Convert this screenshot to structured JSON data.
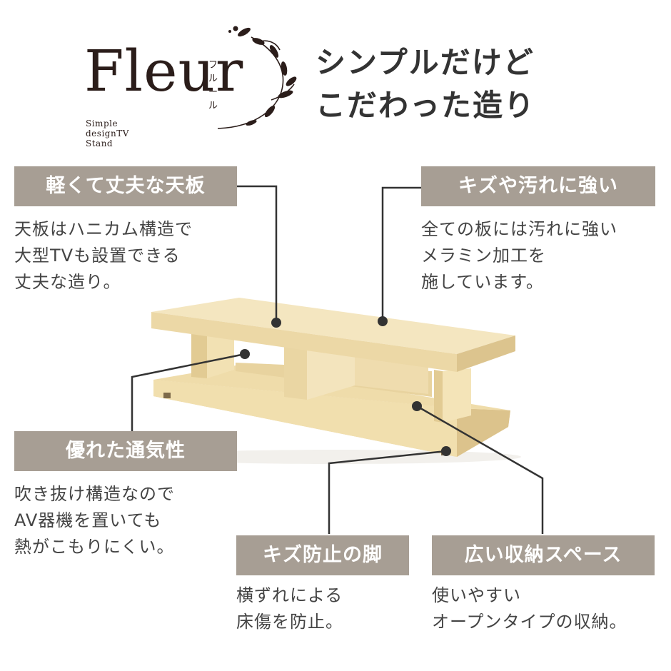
{
  "logo": {
    "wordmark": "Fleur",
    "kana": "フルール",
    "tagline": "Simple designTV Stand"
  },
  "headline": {
    "line1": "シンプルだけど",
    "line2": "こだわった造り"
  },
  "features": [
    {
      "title": "軽くて丈夫な天板",
      "desc": [
        "天板はハニカム構造で",
        "大型TVも設置できる",
        "丈夫な造り。"
      ]
    },
    {
      "title": "キズや汚れに強い",
      "desc": [
        "全ての板には汚れに強い",
        "メラミン加工を",
        "施しています。"
      ]
    },
    {
      "title": "優れた通気性",
      "desc": [
        "吹き抜け構造なので",
        "AV器機を置いても",
        "熱がこもりにくい。"
      ]
    },
    {
      "title": "キズ防止の脚",
      "desc": [
        "横ずれによる",
        "床傷を防止。"
      ]
    },
    {
      "title": "広い収納スペース",
      "desc": [
        "使いやすい",
        "オープンタイプの収納。"
      ]
    }
  ],
  "colors": {
    "label_bg": "#a79e94",
    "label_text": "#ffffff",
    "wood_light": "#f3e4bd",
    "wood_mid": "#ecd9a9",
    "wood_dark": "#dcc38c",
    "logo_brown": "#2b1d1a",
    "leader_line": "#333333"
  }
}
